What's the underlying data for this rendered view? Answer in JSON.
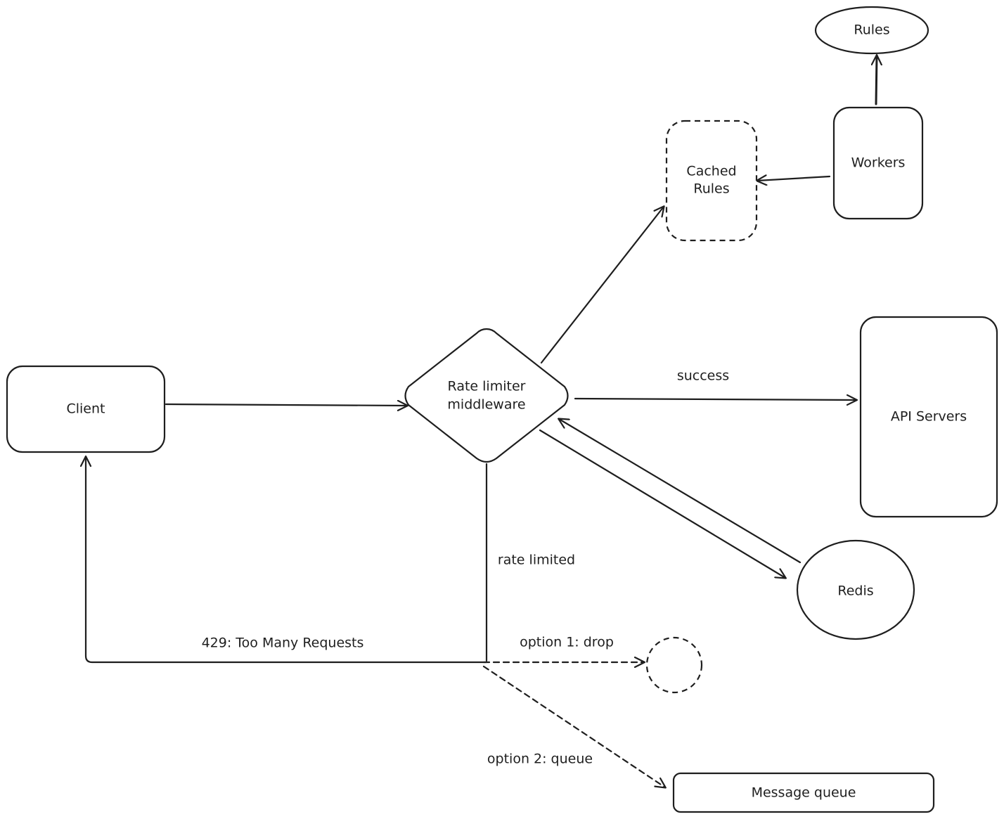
{
  "nodes": {
    "client": "Client",
    "rate_limiter_line1": "Rate limiter",
    "rate_limiter_line2": "middleware",
    "cached_rules_line1": "Cached",
    "cached_rules_line2": "Rules",
    "workers": "Workers",
    "rules": "Rules",
    "api_servers": "API Servers",
    "redis": "Redis",
    "drop_target": "",
    "message_queue": "Message queue"
  },
  "edges": {
    "success": "success",
    "rate_limited": "rate limited",
    "too_many_requests": "429: Too Many Requests",
    "option_drop": "option 1: drop",
    "option_queue": "option 2: queue"
  }
}
